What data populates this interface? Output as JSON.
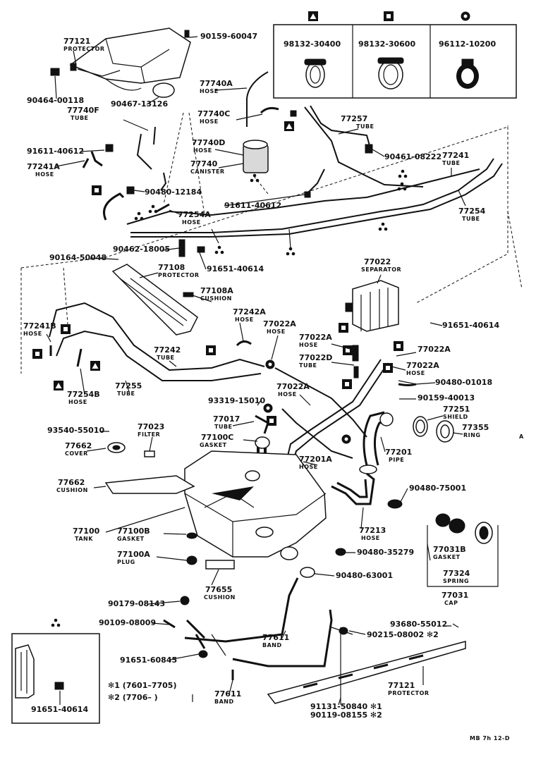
{
  "clamps": {
    "triangle_label": "98132-30400",
    "square_label": "98132-30600",
    "circle_label": "96112-10200"
  },
  "labels": {
    "l77121_top": "77121",
    "l77121_top_name": "PROTECTOR",
    "l90159_60047": "90159-60047",
    "l90464": "90464-00118",
    "l90467": "90467-13126",
    "l77740A": "77740A",
    "l77740A_name": "HOSE",
    "l77740F": "77740F",
    "l77740F_name": "TUBE",
    "l77740C": "77740C",
    "l77740C_name": "HOSE",
    "l77257": "77257",
    "l77257_name": "TUBE",
    "l91611_a": "91611-40612",
    "l77740D": "77740D",
    "l77740D_name": "HOSE",
    "l77740": "77740",
    "l77740_name": "CANISTER",
    "l90461": "90461-08222",
    "l77241": "77241",
    "l77241_name": "TUBE",
    "l77241A": "77241A",
    "l77241A_name": "HOSE",
    "l90480_12184": "90480-12184",
    "l91611_b": "91611-40612",
    "l77254": "77254",
    "l77254_name": "TUBE",
    "l77254A": "77254A",
    "l77254A_name": "HOSE",
    "l90462": "90462-18005",
    "l90164": "90164-50048",
    "l91651_a": "91651-40614",
    "l77108": "77108",
    "l77108_name": "PROTECTOR",
    "l77108A": "77108A",
    "l77108A_name": "CUSHION",
    "l77022": "77022",
    "l77022_name": "SEPARATOR",
    "l91651_b": "91651-40614",
    "l77241B": "77241B",
    "l77241B_name": "HOSE",
    "l77242A": "77242A",
    "l77242A_name": "HOSE",
    "l77022A_1": "77022A",
    "l77022A_1_name": "HOSE",
    "l77022A_2": "77022A",
    "l77022A_2_name": "HOSE",
    "l77022A_3": "77022A",
    "l77242": "77242",
    "l77242_name": "TUBE",
    "l77022D": "77022D",
    "l77022D_name": "TUBE",
    "l77022A_4": "77022A",
    "l77022A_4_name": "HOSE",
    "l77255": "77255",
    "l77255_name": "TUBE",
    "l77254B": "77254B",
    "l77254B_name": "HOSE",
    "l90480_01018": "90480-01018",
    "l77022A_5": "77022A",
    "l77022A_5_name": "HOSE",
    "l93319": "93319-15010",
    "l90159_40013": "90159-40013",
    "l77251": "77251",
    "l77251_name": "SHIELD",
    "l93540": "93540-55010",
    "l77023": "77023",
    "l77023_name": "FILTER",
    "l77017": "77017",
    "l77017_name": "TUBE",
    "l77355": "77355",
    "l77355_name": "RING",
    "l77100C": "77100C",
    "l77100C_name": "GASKET",
    "l77662_cover": "77662",
    "l77662_cover_name": "COVER",
    "l77201": "77201",
    "l77201_name": "PIPE",
    "l77201A": "77201A",
    "l77201A_name": "HOSE",
    "l77662_cushion": "77662",
    "l77662_cushion_name": "CUSHION",
    "l90480_75001": "90480-75001",
    "l77100": "77100",
    "l77100_name": "TANK",
    "l77100B": "77100B",
    "l77100B_name": "GASKET",
    "l77213": "77213",
    "l77213_name": "HOSE",
    "l77100A": "77100A",
    "l77100A_name": "PLUG",
    "l90480_35279": "90480-35279",
    "l77031B": "77031B",
    "l77031B_name": "GASKET",
    "l90480_63001": "90480-63001",
    "l77324": "77324",
    "l77324_name": "SPRING",
    "l77655": "77655",
    "l77655_name": "CUSHION",
    "l77031": "77031",
    "l77031_name": "CAP",
    "l90179": "90179-08143",
    "l90109": "90109-08009",
    "l77611_a": "77611",
    "l77611_a_name": "BAND",
    "l93680": "93680-55012",
    "l90215": "90215-08002 ✻2",
    "l91651_c": "91651-60845",
    "l77611_b": "77611",
    "l77611_b_name": "BAND",
    "l77121_bot": "77121",
    "l77121_bot_name": "PROTECTOR",
    "l91131": "91131-50840 ✻1",
    "l90119": "90119-08155 ✻2",
    "l91651_d": "91651-40614",
    "mb": "MB 7h 12-D",
    "tick": "A"
  },
  "notes": {
    "note1": "✻1 (7601–7705)",
    "note2": "✻2 (7706–        )"
  }
}
